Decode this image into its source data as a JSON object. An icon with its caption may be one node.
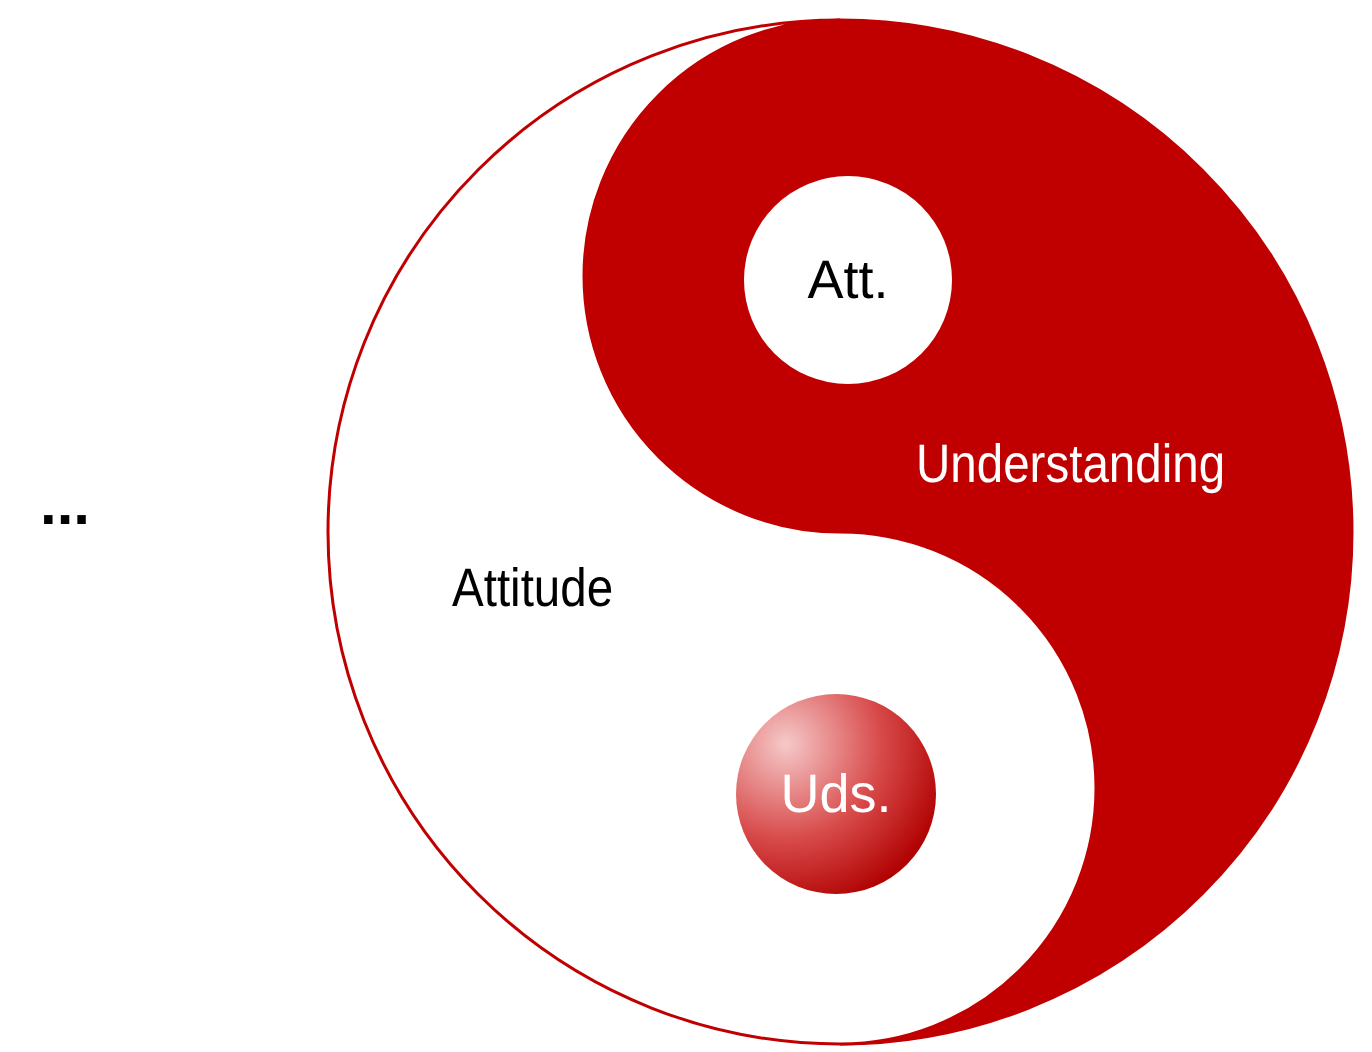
{
  "diagram": {
    "nodes": [
      {
        "text": [
          "Understanding"
        ]
      },
      {
        "text": [
          "Att."
        ],
        "in": 0
      },
      {
        "text": [
          "Attitude"
        ]
      },
      {
        "text": [
          "Uds."
        ],
        "in": 2
      }
    ],
    "labels": [
      "..."
    ]
  }
}
